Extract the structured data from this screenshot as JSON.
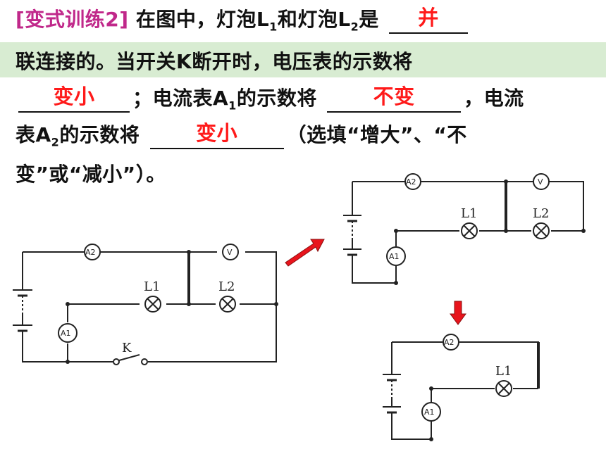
{
  "question": {
    "tag": "[变式训练2]",
    "line1": "在图中，灯泡L",
    "line1_mid": "和灯泡L",
    "line1_end": "是",
    "blank1_answer": "并",
    "line2": "联连接的。当开关K断开时，电压表的示数将",
    "blank2_answer": "变小",
    "line3_a": "；电流表A",
    "line3_b": "的示数将",
    "blank3_answer": "不变",
    "line3_c": "，电流",
    "line4_a": "表A",
    "line4_b": "的示数将",
    "blank4_answer": "变小",
    "line4_c": "（选填“增大”、“不",
    "line5": "变”或“减小”）。",
    "sub1": "1",
    "sub2": "2"
  },
  "circuit_labels": {
    "ammeter_2": "A2",
    "ammeter_1": "A1",
    "voltmeter": "V",
    "lamp_1": "L1",
    "lamp_2": "L2",
    "switch": "K"
  },
  "colors": {
    "answer": "#ff1a1a",
    "tag": "#c0288a",
    "band": "#d8ecd2",
    "arrow": "#e8141c"
  }
}
